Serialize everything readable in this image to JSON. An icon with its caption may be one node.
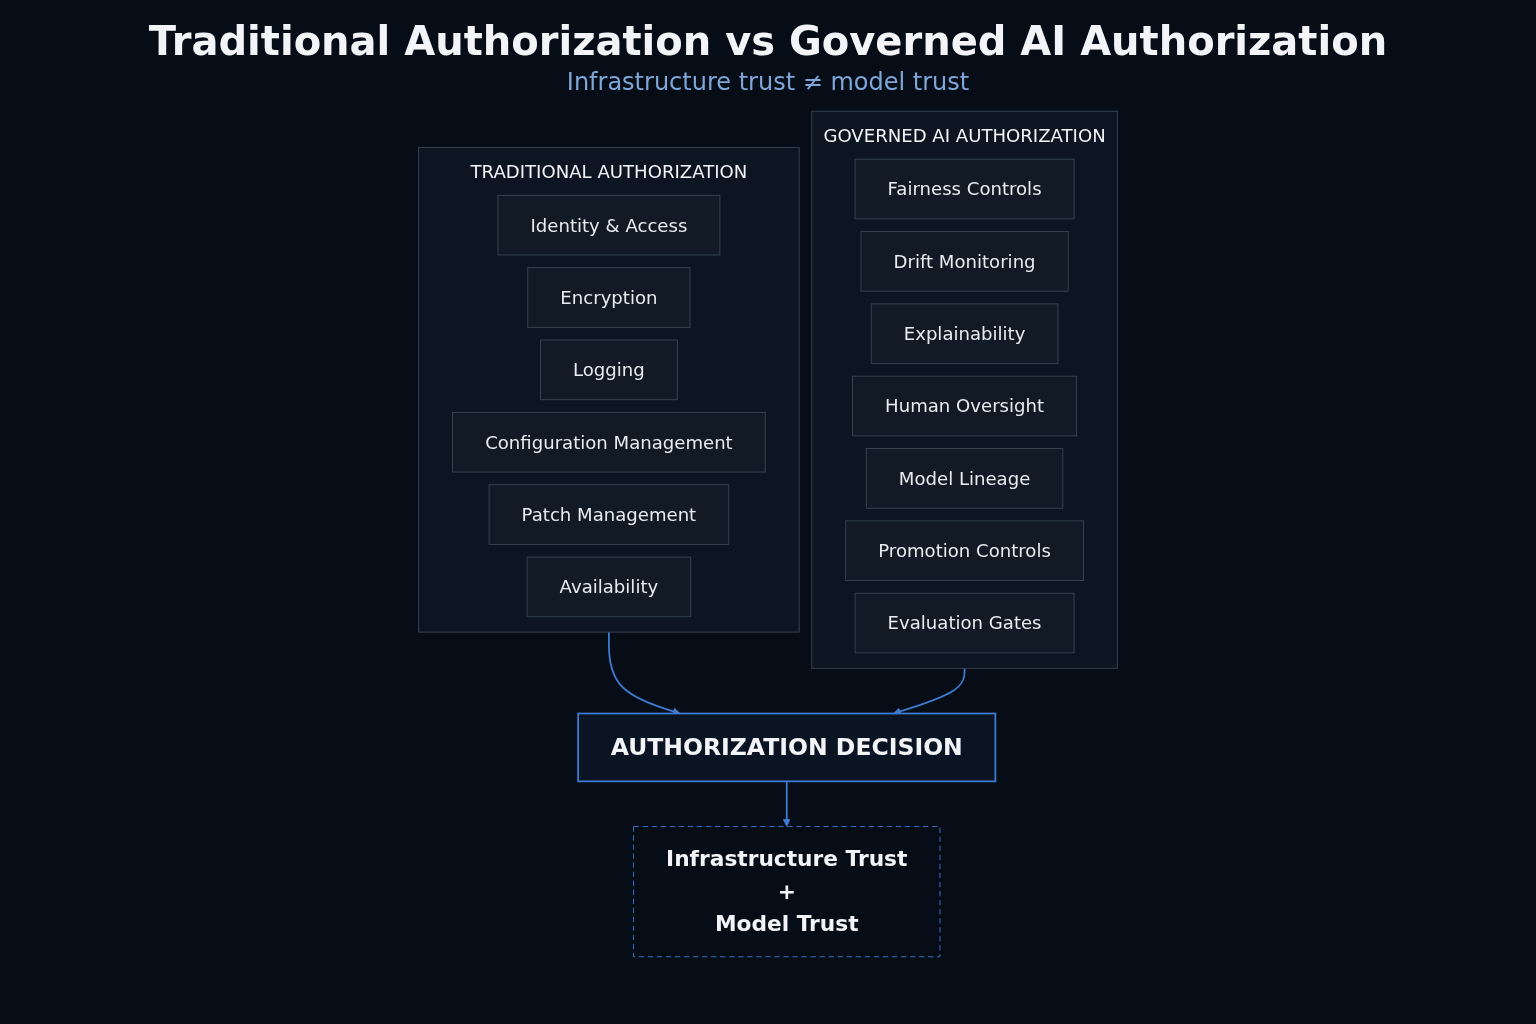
{
  "diagram": {
    "title": "Traditional Authorization vs Governed AI Authorization",
    "nodes": [
      {
        "text": [
          "TRADITIONAL AUTHORIZATION"
        ]
      },
      {
        "text": [
          "Identity & Access"
        ],
        "in": 0
      },
      {
        "text": [
          "Encryption"
        ],
        "in": 0
      },
      {
        "text": [
          "Logging"
        ],
        "in": 0
      },
      {
        "text": [
          "Configuration Management"
        ],
        "in": 0
      },
      {
        "text": [
          "Patch Management"
        ],
        "in": 0
      },
      {
        "text": [
          "Availability"
        ],
        "in": 0
      },
      {
        "text": [
          "GOVERNED AI AUTHORIZATION"
        ]
      },
      {
        "text": [
          "Fairness Controls"
        ],
        "in": 7
      },
      {
        "text": [
          "Drift Monitoring"
        ],
        "in": 7
      },
      {
        "text": [
          "Explainability"
        ],
        "in": 7
      },
      {
        "text": [
          "Human Oversight"
        ],
        "in": 7
      },
      {
        "text": [
          "Model Lineage"
        ],
        "in": 7
      },
      {
        "text": [
          "Promotion Controls"
        ],
        "in": 7
      },
      {
        "text": [
          "Evaluation Gates"
        ],
        "in": 7
      },
      {
        "text": [
          "AUTHORIZATION DECISION"
        ]
      },
      {
        "text": [
          "Infrastructure Trust",
          "+",
          "Model Trust"
        ]
      }
    ],
    "edges": [
      {
        "from": 0,
        "to": 15,
        "arrow": "to"
      },
      {
        "from": 7,
        "to": 15,
        "arrow": "to"
      },
      {
        "from": 15,
        "to": 16,
        "arrow": "to"
      }
    ],
    "labels": [
      "Infrastructure trust ≠ model trust"
    ]
  }
}
